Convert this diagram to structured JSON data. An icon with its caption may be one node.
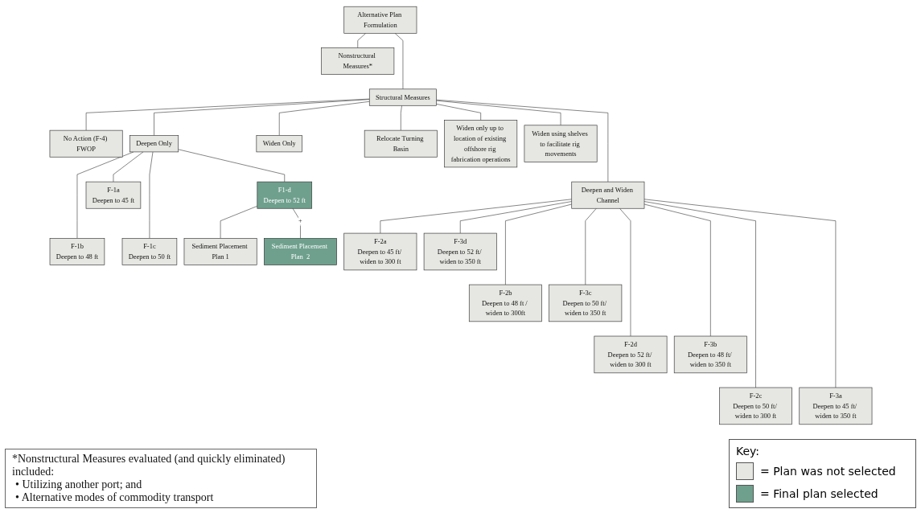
{
  "diagram": {
    "nodes": [
      {
        "text": [
          "Alternative Plan Formulation"
        ]
      },
      {
        "text": [
          "Nonstructural Measures*"
        ]
      },
      {
        "text": [
          "Structural Measures"
        ]
      },
      {
        "text": [
          "No Action (F-4) FWOP"
        ]
      },
      {
        "text": [
          "Deepen Only"
        ]
      },
      {
        "text": [
          "Widen Only"
        ]
      },
      {
        "text": [
          "Relocate Turning Basin"
        ]
      },
      {
        "text": [
          "Widen only up to location of existing offshore rig fabrication operations"
        ]
      },
      {
        "text": [
          "Widen using shelves to facilitate rig movements"
        ]
      },
      {
        "text": [
          "Deepen and Widen Channel"
        ]
      },
      {
        "text": [
          "F-1a",
          "Deepen to 45 ft"
        ]
      },
      {
        "text": [
          "F1-d",
          "Deepen to 52 ft"
        ]
      },
      {
        "text": [
          "F-1b",
          "Deepen to 48 ft"
        ]
      },
      {
        "text": [
          "F-1c",
          "Deepen to 50 ft"
        ]
      },
      {
        "text": [
          "Sediment Placement Plan 1"
        ]
      },
      {
        "text": [
          "Sediment Placement Plan  2"
        ]
      },
      {
        "text": [
          "F-2a",
          "Deepen to 45 ft/ widen to 300 ft"
        ]
      },
      {
        "text": [
          "F-3d",
          "Deepen to 52 ft/ widen to 350 ft"
        ]
      },
      {
        "text": [
          "F-2b",
          "Deepen to 48 ft / widen to 300ft"
        ]
      },
      {
        "text": [
          "F-3c",
          "Deepen to 50 ft/ widen to 350 ft"
        ]
      },
      {
        "text": [
          "F-2d",
          "Deepen to 52 ft/ widen to 300 ft"
        ]
      },
      {
        "text": [
          "F-3b",
          "Deepen to 48 ft/ widen to 350 ft"
        ]
      },
      {
        "text": [
          "F-2c",
          "Deepen to 50 ft/ widen to 300 ft"
        ]
      },
      {
        "text": [
          "F-3a",
          "Deepen to 45 ft/ widen to 350 ft"
        ]
      }
    ],
    "edges": [
      {
        "from": 0,
        "to": 1,
        "arrow": "none"
      },
      {
        "from": 0,
        "to": 2,
        "arrow": "none"
      },
      {
        "from": 2,
        "to": 3,
        "arrow": "none"
      },
      {
        "from": 2,
        "to": 4,
        "arrow": "none"
      },
      {
        "from": 2,
        "to": 5,
        "arrow": "none"
      },
      {
        "from": 2,
        "to": 9,
        "arrow": "none"
      },
      {
        "from": 2,
        "to": 6,
        "arrow": "none"
      },
      {
        "from": 2,
        "to": 7,
        "arrow": "none"
      },
      {
        "from": 2,
        "to": 8,
        "arrow": "none"
      },
      {
        "from": 4,
        "to": 10,
        "arrow": "none"
      },
      {
        "from": 4,
        "to": 12,
        "arrow": "none"
      },
      {
        "from": 4,
        "to": 13,
        "arrow": "none"
      },
      {
        "from": 4,
        "to": 11,
        "arrow": "none"
      },
      {
        "from": 11,
        "to": 14,
        "arrow": "none"
      },
      {
        "from": 11,
        "to": 15,
        "arrow": "none",
        "label": "+"
      },
      {
        "from": 9,
        "to": 16,
        "arrow": "none"
      },
      {
        "from": 9,
        "to": 18,
        "arrow": "none"
      },
      {
        "from": 9,
        "to": 22,
        "arrow": "none"
      },
      {
        "from": 9,
        "to": 20,
        "arrow": "none"
      },
      {
        "from": 9,
        "to": 23,
        "arrow": "none"
      },
      {
        "from": 9,
        "to": 21,
        "arrow": "none"
      },
      {
        "from": 9,
        "to": 19,
        "arrow": "none"
      },
      {
        "from": 9,
        "to": 17,
        "arrow": "none"
      }
    ],
    "labels": [
      "*Nonstructural Measures evaluated (and quickly eliminated) included:",
      "• Utilizing another port; and",
      "• Alternative modes of commodity transport",
      "Key:"
    ],
    "legend": [
      {
        "text": "= Plan was not selected",
        "color": "#e6e6e2"
      },
      {
        "text": "= Final plan selected",
        "color": "#6fa08e"
      }
    ]
  }
}
